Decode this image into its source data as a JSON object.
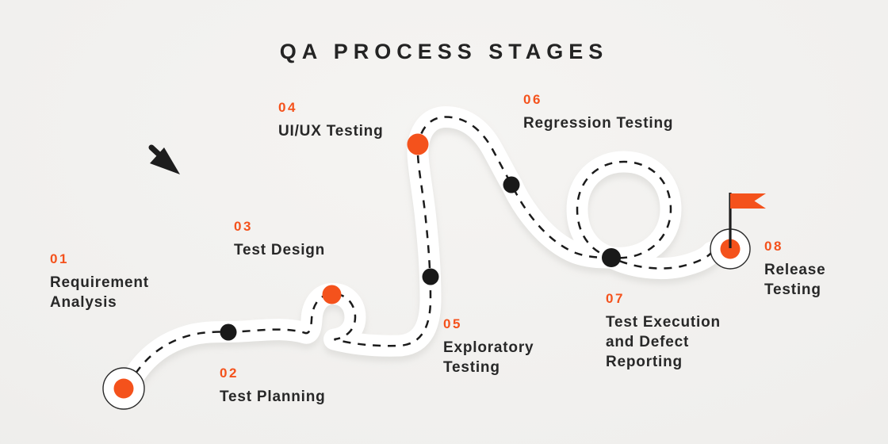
{
  "title": "QA PROCESS STAGES",
  "colors": {
    "accent": "#F4521C",
    "ink": "#242424",
    "dot_black": "#191919",
    "road_fill": "#FFFFFF",
    "background": "#F0EFED"
  },
  "icons": [
    {
      "name": "cursor-arrow-icon"
    },
    {
      "name": "finish-flag-icon"
    }
  ],
  "stages": [
    {
      "number": "01",
      "lines": [
        "Requirement",
        "Analysis"
      ],
      "marker_color": "#F4521C"
    },
    {
      "number": "02",
      "lines": [
        "Test Planning"
      ],
      "marker_color": "#191919"
    },
    {
      "number": "03",
      "lines": [
        "Test Design"
      ],
      "marker_color": "#F4521C"
    },
    {
      "number": "04",
      "lines": [
        "UI/UX Testing"
      ],
      "marker_color": "#F4521C"
    },
    {
      "number": "05",
      "lines": [
        "Exploratory",
        "Testing"
      ],
      "marker_color": "#191919"
    },
    {
      "number": "06",
      "lines": [
        "Regression Testing"
      ],
      "marker_color": "#191919"
    },
    {
      "number": "07",
      "lines": [
        "Test Execution",
        "and Defect",
        "Reporting"
      ],
      "marker_color": "#191919"
    },
    {
      "number": "08",
      "lines": [
        "Release",
        "Testing"
      ],
      "marker_color": "#F4521C"
    }
  ]
}
